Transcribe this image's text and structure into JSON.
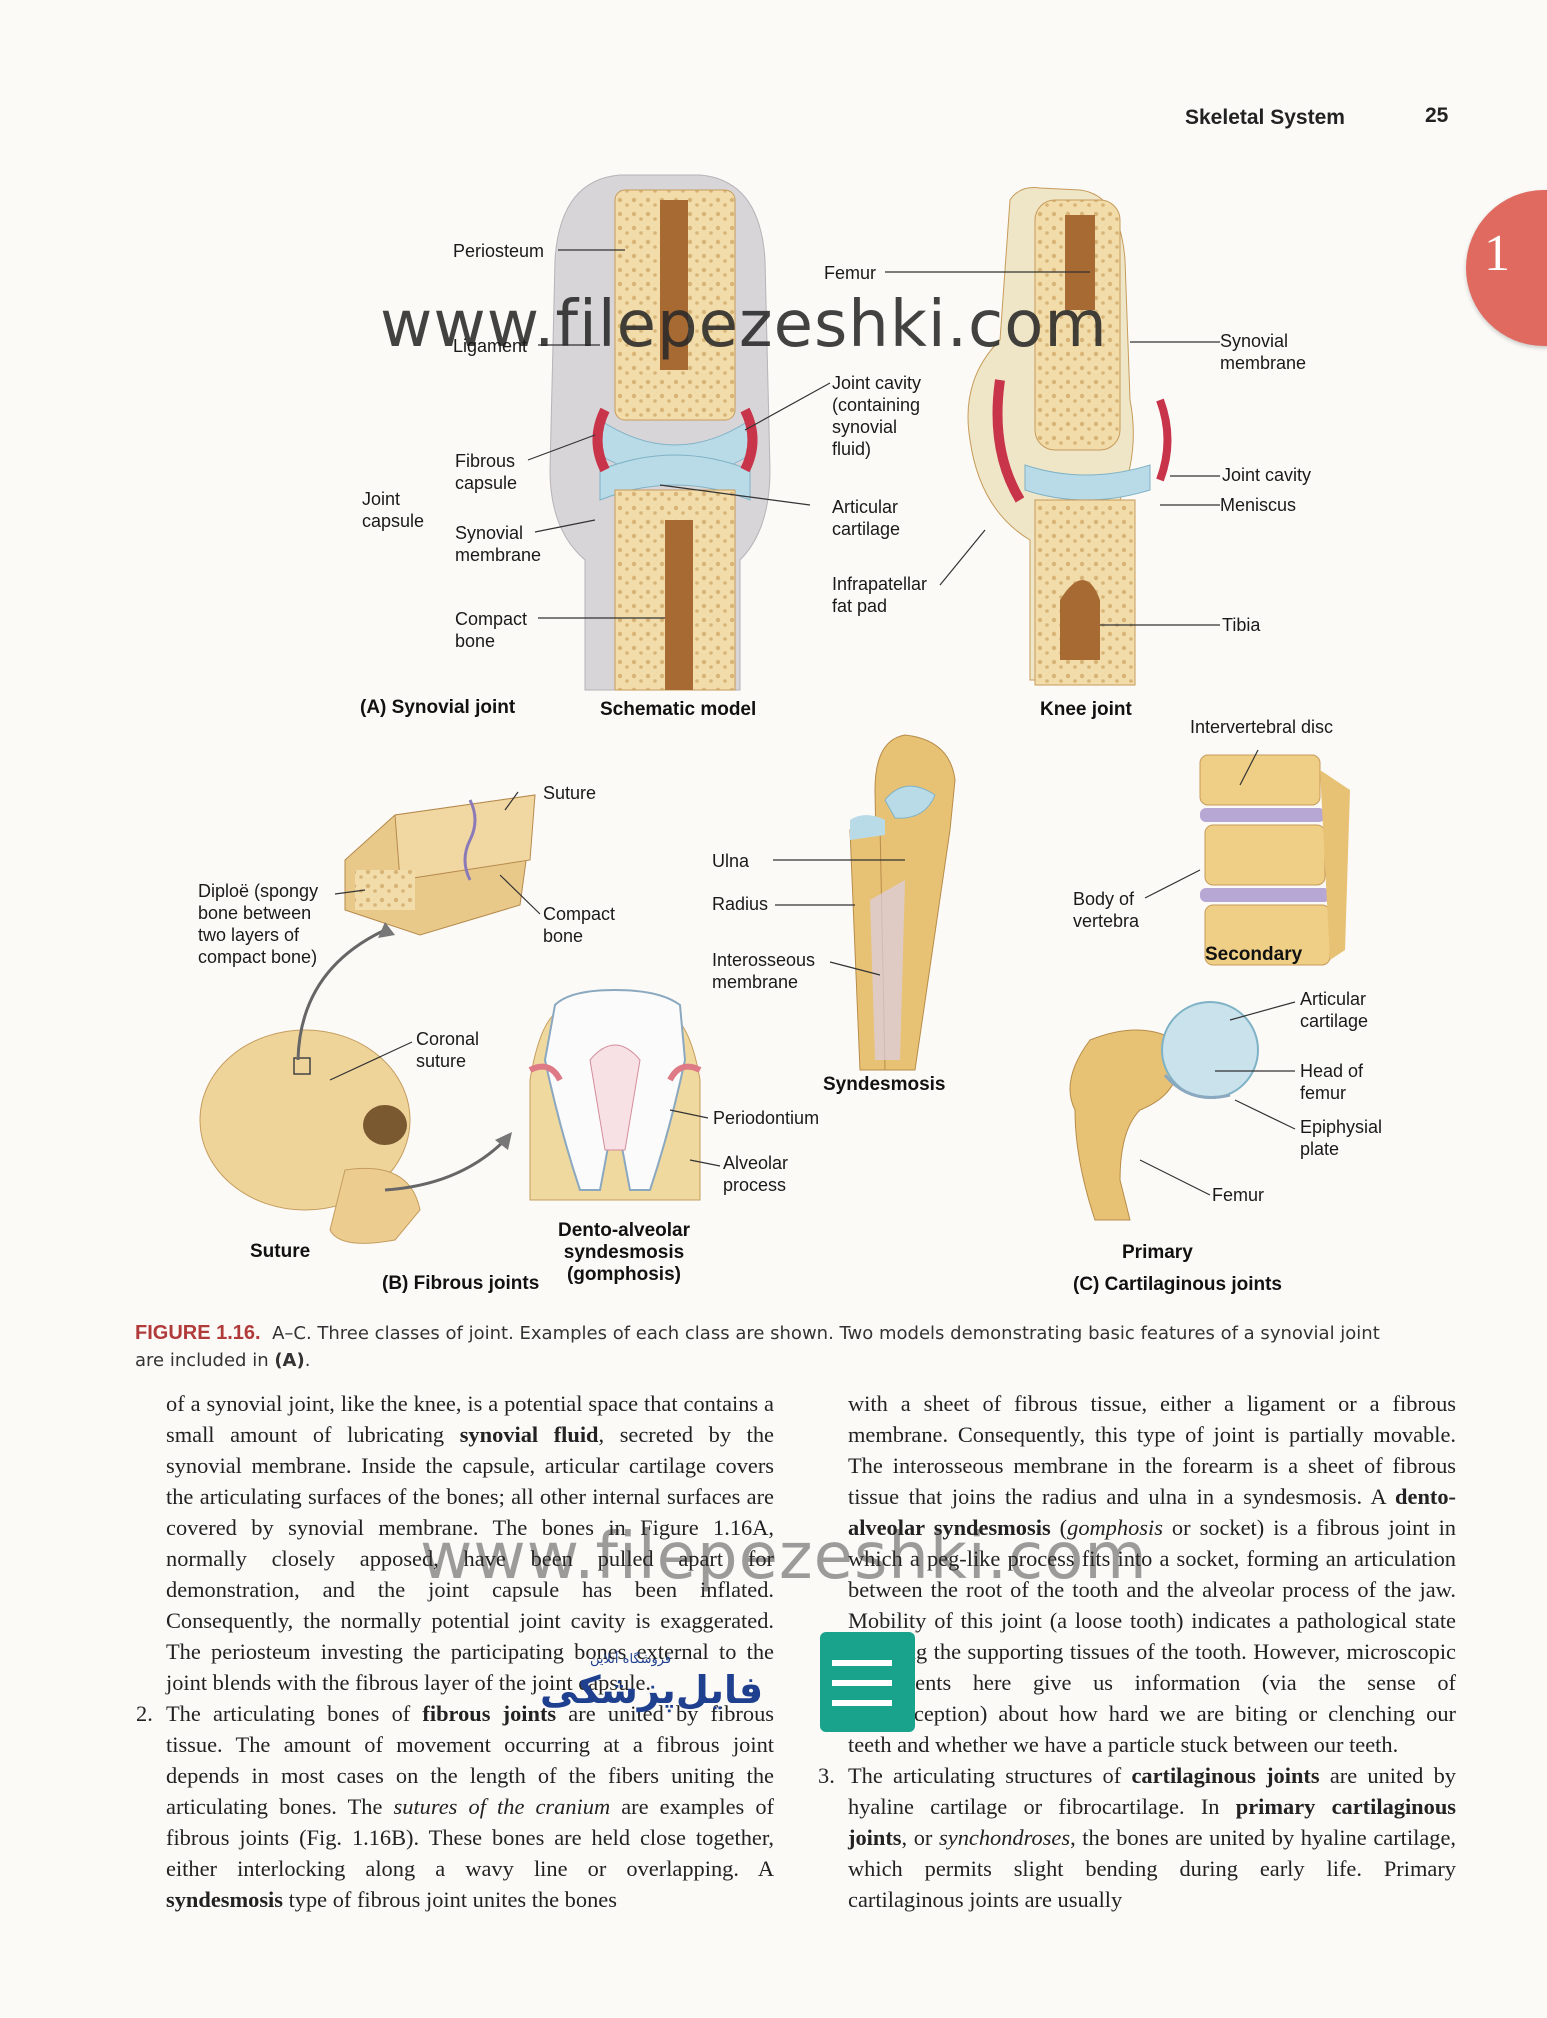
{
  "header": {
    "section": "Skeletal System",
    "page": "25",
    "chapter_tab": "1"
  },
  "watermark": {
    "top": "www.filepezeshki.com",
    "bottom": "www.filepezeshki.com",
    "logo_fa": "فایل‌پزشکی",
    "logo_fa_small": "فروشگاه آنلاین"
  },
  "labels": {
    "periosteum": "Periosteum",
    "ligament": "Ligament",
    "joint_capsule": "Joint\ncapsule",
    "fibrous_capsule": "Fibrous\ncapsule",
    "synovial_membrane_a": "Synovial\nmembrane",
    "compact_bone_a": "Compact\nbone",
    "femur_top": "Femur",
    "joint_cavity_fluid": "Joint cavity\n(containing\nsynovial\nfluid)",
    "articular_cartilage_a": "Articular\ncartilage",
    "infrapatellar": "Infrapatellar\nfat pad",
    "synovial_membrane_k": "Synovial\nmembrane",
    "joint_cavity_k": "Joint cavity",
    "meniscus": "Meniscus",
    "tibia": "Tibia",
    "intervertebral_disc": "Intervertebral disc",
    "body_vertebra": "Body of\nvertebra",
    "suture_lbl": "Suture",
    "diploe": "Diploë (spongy\nbone between\ntwo layers of\ncompact bone)",
    "compact_bone_b": "Compact\nbone",
    "coronal_suture": "Coronal\nsuture",
    "ulna": "Ulna",
    "radius": "Radius",
    "interosseous": "Interosseous\nmembrane",
    "periodontium": "Periodontium",
    "alveolar": "Alveolar\nprocess",
    "articular_cartilage_c": "Articular\ncartilage",
    "head_femur": "Head of\nfemur",
    "epiphysial": "Epiphysial\nplate",
    "femur_c": "Femur"
  },
  "captions": {
    "synovial_joint": "(A) Synovial joint",
    "schematic": "Schematic model",
    "knee": "Knee joint",
    "secondary": "Secondary",
    "syndesmosis": "Syndesmosis",
    "suture": "Suture",
    "dento": "Dento-alveolar\nsyndesmosis\n(gomphosis)",
    "fibrous": "(B) Fibrous joints",
    "primary": "Primary",
    "cartilaginous": "(C) Cartilaginous  joints"
  },
  "figure_caption": {
    "number": "FIGURE 1.16.",
    "text_pre": "A–C. Three classes of joint. Examples of each class are shown. Two models demonstrating basic features of a synovial joint are included in ",
    "text_bold": "(A)",
    "text_post": "."
  },
  "left_column": {
    "p1_a": "of a synovial joint, like the knee, is a potential space that contains a small amount of lubricating ",
    "p1_b": "synovial fluid",
    "p1_c": ", secreted by the synovial membrane. Inside the capsule, articular cartilage covers the articulating surfaces of the bones; all other internal surfaces are covered by synovial membrane. The bones in Figure 1.16A, normally closely apposed, have been pulled apart for demonstration, and the joint capsule has been inflated. Consequently, the normally potential joint cavity is exaggerated. The periosteum investing the participating bones external to the joint blends with the fibrous layer of the joint capsule.",
    "n2": "2.",
    "p2_a": "The articulating bones of ",
    "p2_b": "fibrous joints",
    "p2_c": " are united by fibrous tissue. The amount of movement occurring at a fibrous joint depends in most cases on the length of the fibers uniting the articulating bones. The ",
    "p2_d": "sutures of the cranium",
    "p2_e": " are examples of fibrous joints (Fig. 1.16B). These bones are held close together, either interlocking along a wavy line or overlapping. A ",
    "p2_f": "syndesmosis",
    "p2_g": " type of fibrous joint unites the bones"
  },
  "right_column": {
    "p1_a": "with a sheet of fibrous tissue, either a ligament or a fibrous membrane. Consequently, this type of joint is partially movable. The interosseous membrane in the forearm is a sheet of fibrous tissue that joins the radius and ulna in a syndesmosis. A ",
    "p1_b": "dento-alveolar syndesmosis",
    "p1_c": " (",
    "p1_d": "gomphosis",
    "p1_e": " or socket) is a fibrous joint in which a peg-like process fits into a socket, forming an articulation between the root of the tooth and the alveolar process of the jaw. Mobility of this joint (a loose tooth) indicates a pathological state affecting the supporting tissues of the tooth. However, microscopic movements here give us information (via the sense of proprioception) about how hard we are biting or clenching our teeth and whether we have a particle stuck between our teeth.",
    "n3": "3.",
    "p3_a": "The articulating structures of ",
    "p3_b": "cartilaginous joints",
    "p3_c": " are united by hyaline cartilage or fibrocartilage. In ",
    "p3_d": "primary cartilaginous joints",
    "p3_e": ", or ",
    "p3_f": "synchondroses",
    "p3_g": ", the bones are united by hyaline cartilage, which permits slight bending during early life. Primary cartilaginous joints are usually"
  }
}
